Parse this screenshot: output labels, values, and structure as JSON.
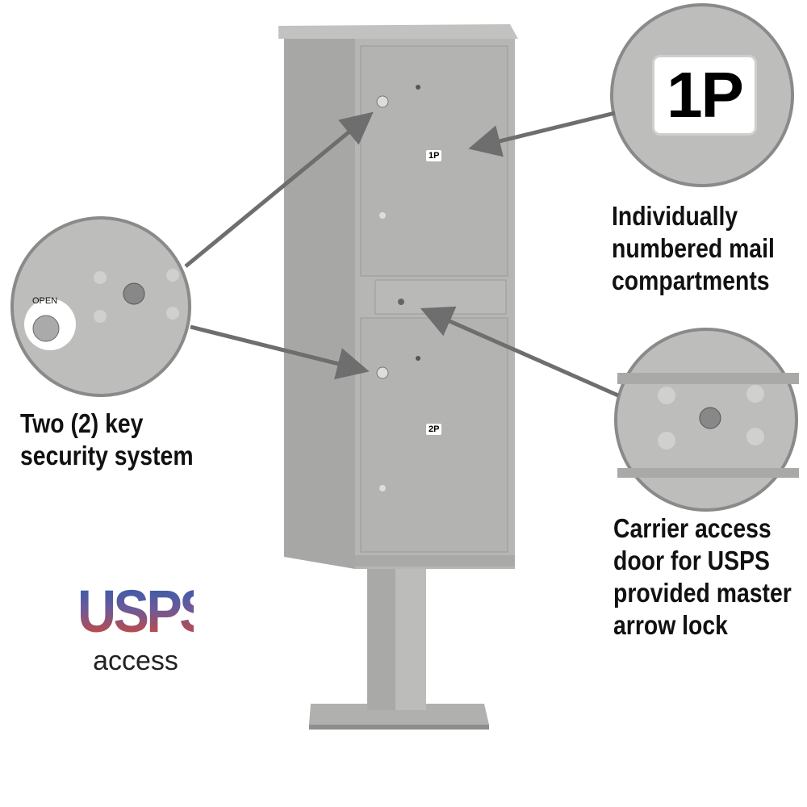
{
  "mailbox": {
    "upper_door_label": "1P",
    "lower_door_label": "2P"
  },
  "zoom_callouts": {
    "compartment_label": "1P",
    "lock_sticker_text": "OPEN"
  },
  "callouts": {
    "numbered": [
      "Individually",
      "numbered mail",
      "compartments"
    ],
    "key_security": [
      "Two (2) key",
      "security system"
    ],
    "carrier_access": [
      "Carrier access",
      "door for USPS",
      "provided master",
      "arrow lock"
    ]
  },
  "logo": {
    "brand": "USPS",
    "subtitle": "access",
    "gradient_top": "#2a5cb0",
    "gradient_bottom": "#e0442a"
  },
  "colors": {
    "mailbox_gray": "#b5b5b3",
    "arrow_gray": "#6e6e6e",
    "circle_fill": "#bdbdbc"
  }
}
